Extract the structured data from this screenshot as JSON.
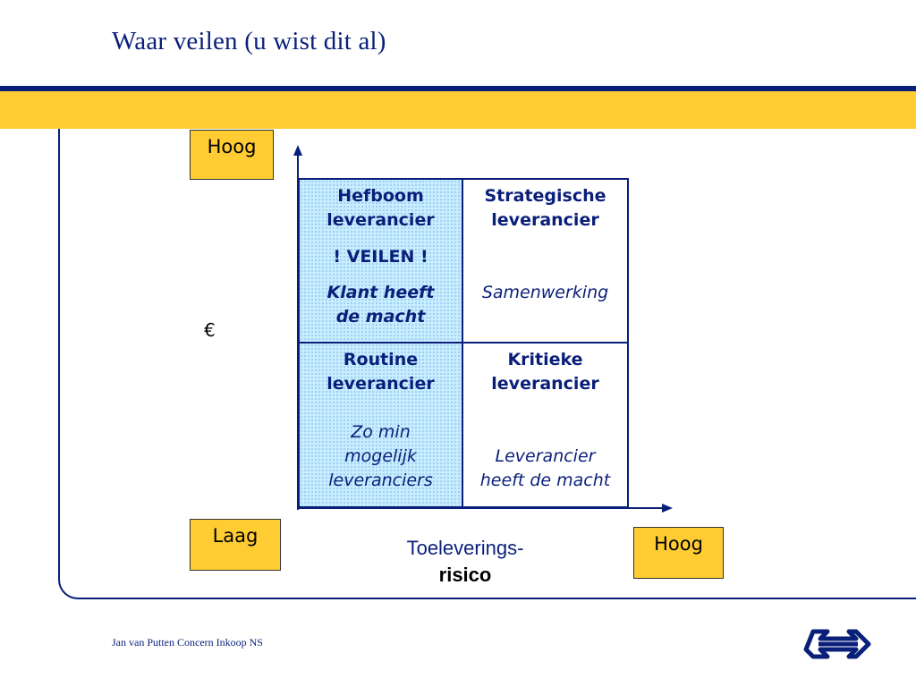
{
  "slide": {
    "title": "Waar veilen (u wist dit al)",
    "footer": "Jan van Putten Concern Inkoop NS"
  },
  "axes": {
    "y_top_label": "Hoog",
    "y_bottom_label": "Laag",
    "y_symbol": "€",
    "x_label_line1": "Toeleverings-",
    "x_label_line2": "risico",
    "x_right_label": "Hoog"
  },
  "matrix": {
    "top_left": {
      "title_line1": "Hefboom",
      "title_line2": "leverancier",
      "action": "! VEILEN !",
      "note_line1": "Klant heeft",
      "note_line2": "de macht"
    },
    "top_right": {
      "title_line1": "Strategische",
      "title_line2": "leverancier",
      "note": "Samenwerking"
    },
    "bottom_left": {
      "title_line1": "Routine",
      "title_line2": "leverancier",
      "note_line1": "Zo min",
      "note_line2": "mogelijk",
      "note_line3": "leveranciers"
    },
    "bottom_right": {
      "title_line1": "Kritieke",
      "title_line2": "leverancier",
      "note_line1": "Leverancier",
      "note_line2": "heeft de macht"
    }
  },
  "colors": {
    "accent_blue": "#0a1f7a",
    "brand_yellow": "#ffcc33",
    "highlight_cell": "#c9ecff"
  },
  "logo": {
    "icon": "ns-logo-icon"
  }
}
